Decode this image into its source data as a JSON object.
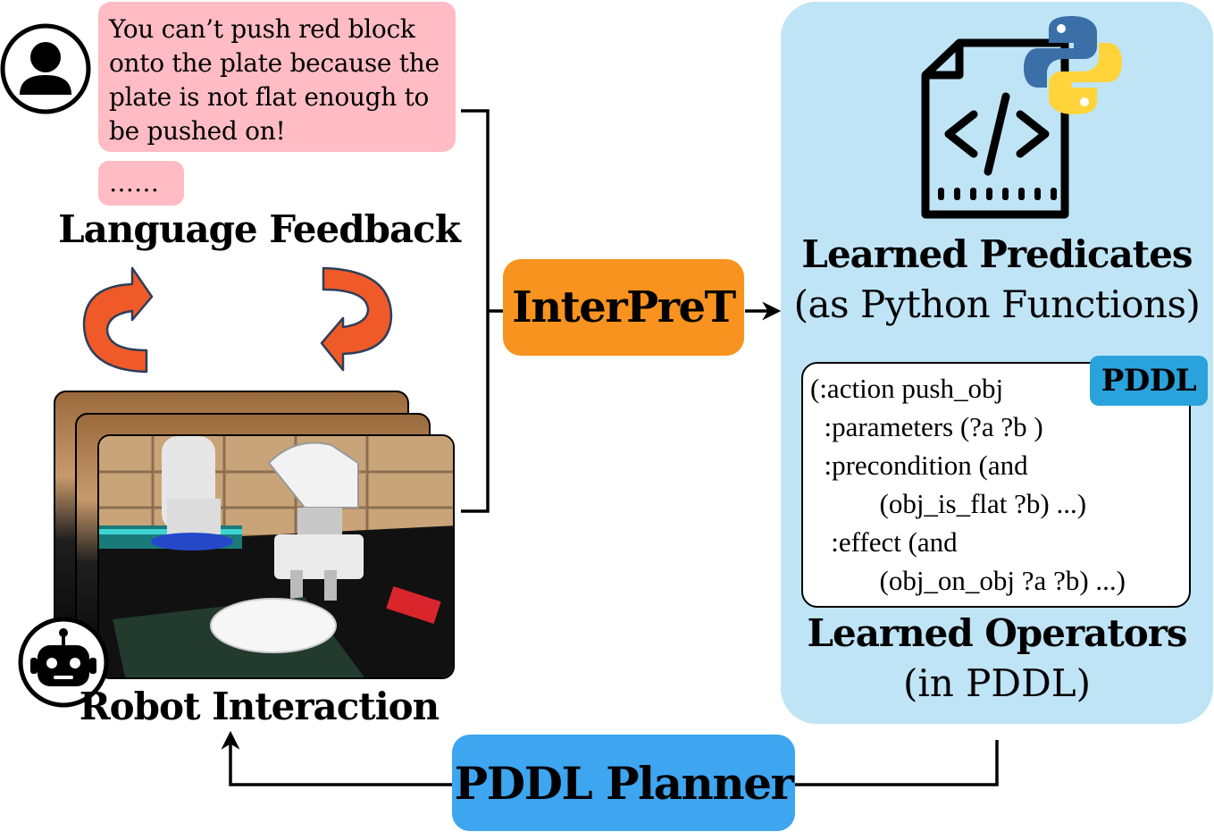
{
  "feedback": {
    "message": "You can’t push red block onto the plate because the plate is not flat enough to be pushed on!",
    "ellipsis": "……",
    "title": "Language Feedback"
  },
  "robot": {
    "title": "Robot Interaction"
  },
  "interpret": {
    "label": "InterPreT"
  },
  "planner": {
    "label": "PDDL Planner"
  },
  "predicates": {
    "title": "Learned Predicates",
    "subtitle": "(as Python Functions)"
  },
  "operators": {
    "badge": "PDDL",
    "code_lines": [
      "(:action push_obj",
      "  :parameters (?a ?b )",
      "  :precondition (and",
      "          (obj_is_flat ?b) ...)",
      "   :effect (and",
      "          (obj_on_obj ?a ?b) ...)"
    ],
    "title": "Learned Operators",
    "subtitle": "(in PDDL)"
  },
  "colors": {
    "speech": "#ffbcc4",
    "interpret": "#f7931e",
    "planner": "#3ea5f0",
    "panel": "#bfe4f6",
    "badge": "#2aa2dc",
    "cycle_arrow": "#f05a28"
  }
}
